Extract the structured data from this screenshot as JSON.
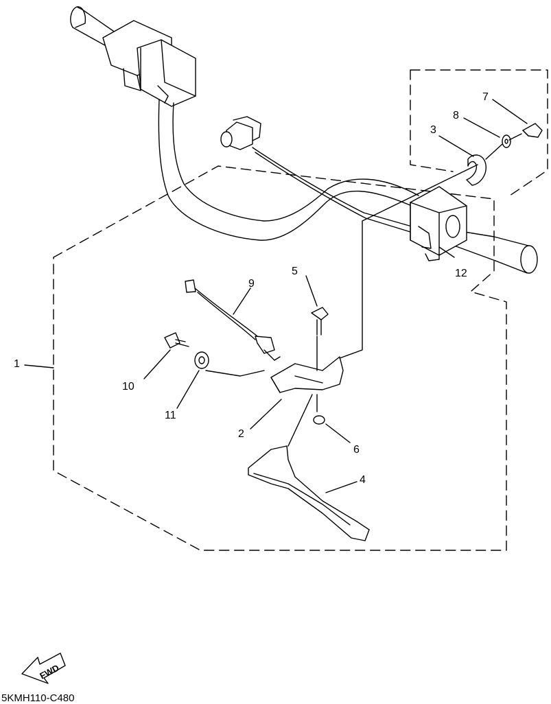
{
  "callouts": {
    "c1": "1",
    "c2": "2",
    "c3": "3",
    "c4": "4",
    "c5": "5",
    "c6": "6",
    "c7": "7",
    "c8": "8",
    "c9": "9",
    "c10": "10",
    "c11": "11",
    "c12": "12"
  },
  "direction_badge": "FWD",
  "drawing_code": "5KMH110-C480",
  "colors": {
    "ink": "#000000",
    "background": "#ffffff"
  }
}
